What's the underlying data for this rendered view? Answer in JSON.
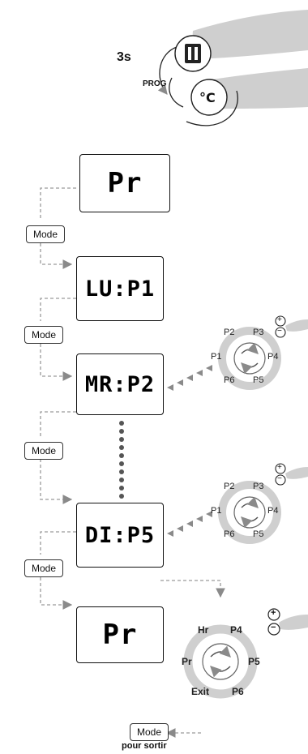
{
  "header": {
    "hold_time": "3s",
    "prog_label": "PROG",
    "button_top_icon": "heat-button-icon",
    "button_bottom_icon": "temperature-button-icon"
  },
  "screens": [
    {
      "display": "Pr"
    },
    {
      "display": "LU:P1"
    },
    {
      "display": "MR:P2"
    },
    {
      "display": "DI:P5"
    },
    {
      "display": "Pr"
    }
  ],
  "mode_label": "Mode",
  "wheel_small": {
    "labels": [
      "P1",
      "P2",
      "P3",
      "P4",
      "P5",
      "P6"
    ],
    "plus": "+",
    "minus": "−"
  },
  "wheel_final": {
    "labels": [
      "Hr",
      "P4",
      "P5",
      "P6",
      "Exit",
      "Pr"
    ],
    "plus": "+",
    "minus": "−"
  },
  "exit": {
    "button_label": "Mode",
    "caption": "pour sortir"
  },
  "colors": {
    "ink": "#111111",
    "dashed_line": "#9a9a9a",
    "arrow_fill": "#8a8a8a",
    "wheel_ring": "#cfcfcf",
    "finger": "#c9c9c9"
  }
}
